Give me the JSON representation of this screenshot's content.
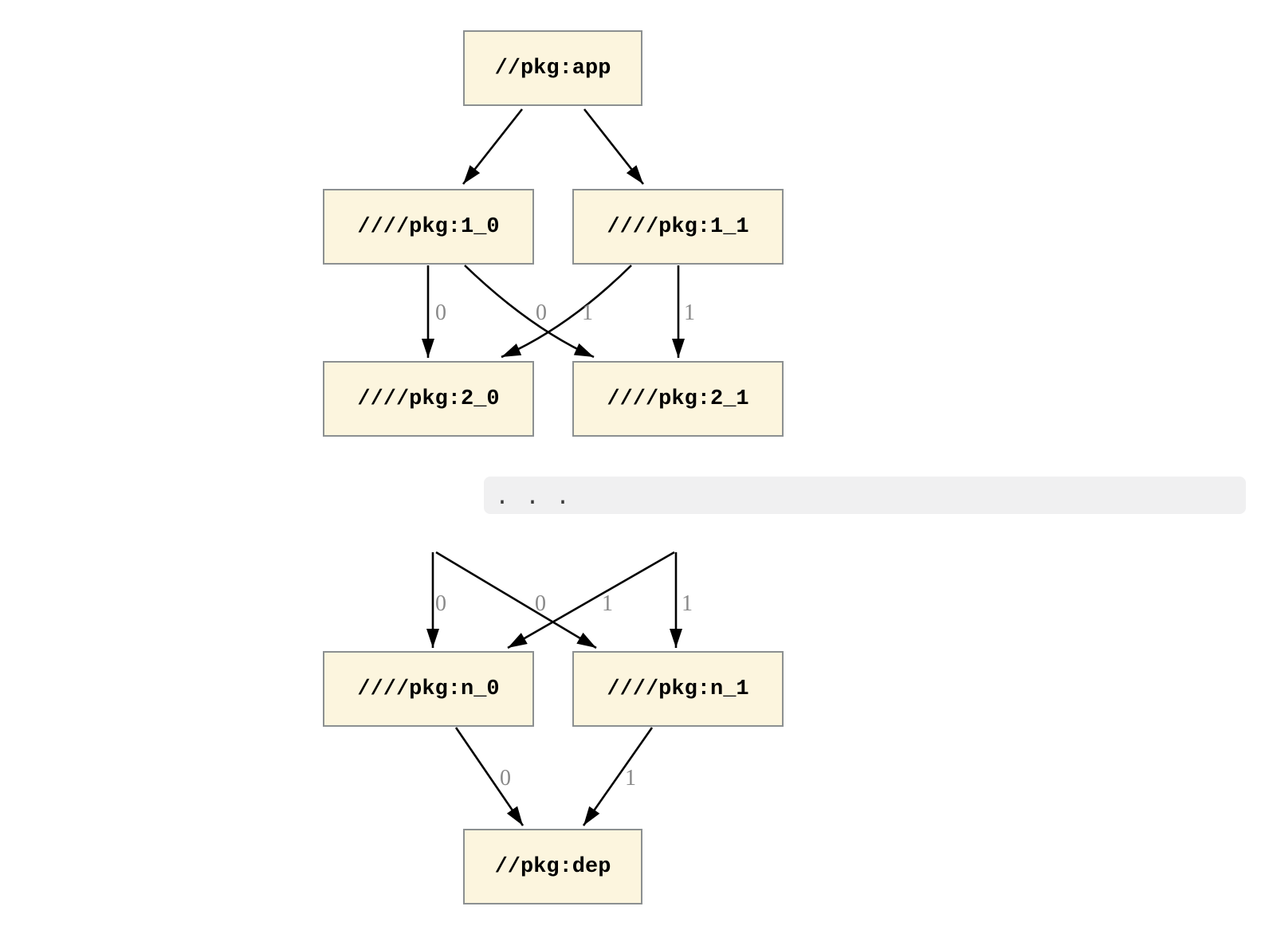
{
  "graph": {
    "ellipsis": ". . .",
    "nodes": {
      "app": {
        "label": "//pkg:app"
      },
      "l1_0": {
        "label": "////pkg:1_0"
      },
      "l1_1": {
        "label": "////pkg:1_1"
      },
      "l2_0": {
        "label": "////pkg:2_0"
      },
      "l2_1": {
        "label": "////pkg:2_1"
      },
      "ln_0": {
        "label": "////pkg:n_0"
      },
      "ln_1": {
        "label": "////pkg:n_1"
      },
      "dep": {
        "label": "//pkg:dep"
      }
    },
    "edges": [
      {
        "from": "//pkg:app",
        "to": "////pkg:1_0",
        "label": ""
      },
      {
        "from": "//pkg:app",
        "to": "////pkg:1_1",
        "label": ""
      },
      {
        "from": "////pkg:1_0",
        "to": "////pkg:2_0",
        "label": "0"
      },
      {
        "from": "////pkg:1_0",
        "to": "////pkg:2_1",
        "label": "0"
      },
      {
        "from": "////pkg:1_1",
        "to": "////pkg:2_0",
        "label": "1"
      },
      {
        "from": "////pkg:1_1",
        "to": "////pkg:2_1",
        "label": "1"
      },
      {
        "from": "...",
        "to": "////pkg:n_0",
        "label": "0"
      },
      {
        "from": "...",
        "to": "////pkg:n_1",
        "label": "0"
      },
      {
        "from": "...",
        "to": "////pkg:n_0",
        "label": "1"
      },
      {
        "from": "...",
        "to": "////pkg:n_1",
        "label": "1"
      },
      {
        "from": "////pkg:n_0",
        "to": "//pkg:dep",
        "label": "0"
      },
      {
        "from": "////pkg:n_1",
        "to": "//pkg:dep",
        "label": "1"
      }
    ],
    "colors": {
      "node_fill": "#FCF5DE",
      "node_border": "#8C9091",
      "edge": "#000000",
      "edge_label": "#898989",
      "ellipsis_band": "#F0F0F1",
      "ellipsis_text": "#3A3A3A",
      "background": "#FFFFFF"
    }
  }
}
